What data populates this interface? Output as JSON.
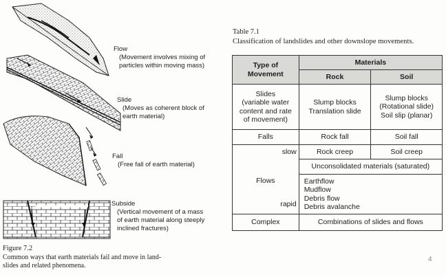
{
  "figure": {
    "labels": [
      {
        "title": "Flow",
        "desc": [
          "(Movement involves mixing of",
          "particles within moving mass)"
        ]
      },
      {
        "title": "Slide",
        "desc": [
          "(Moves as coherent block of",
          "earth material)"
        ]
      },
      {
        "title": "Fall",
        "desc": [
          "(Free fall of earth material)"
        ]
      },
      {
        "title": "Subside",
        "desc": [
          "(Vertical movement of a mass",
          "of earth material along steeply",
          "inclined fractures)"
        ]
      }
    ],
    "caption_number": "Figure 7.2",
    "caption_lines": [
      "Common ways that earth materials fail and move in land-",
      "slides and related phenomena."
    ]
  },
  "table": {
    "number": "Table 7.1",
    "caption": "Classification of landslides and other downslope movements.",
    "header": {
      "type_col": [
        "Type of",
        "Movement"
      ],
      "materials": "Materials",
      "rock": "Rock",
      "soil": "Soil"
    },
    "slides": {
      "type": [
        "Slides",
        "(variable water",
        "content and rate",
        "of movement)"
      ],
      "rock": [
        "Slump blocks",
        "Translation slide"
      ],
      "soil": [
        "Slump blocks",
        "(Rotational slide)",
        "Soil slip (planar)"
      ]
    },
    "falls": {
      "type": "Falls",
      "rock": "Rock fall",
      "soil": "Soil fall"
    },
    "flows": {
      "type": "Flows",
      "slow": "slow",
      "rapid": "rapid",
      "rock_creep": "Rock creep",
      "soil_creep": "Soil creep",
      "unconsolidated": "Unconsolidated materials (saturated)",
      "list": [
        "Earthflow",
        "Mudflow",
        "Debris flow",
        "Debris avalanche"
      ]
    },
    "complex": {
      "type": "Complex",
      "desc": "Combinations of slides and flows"
    }
  },
  "page_number": "4"
}
